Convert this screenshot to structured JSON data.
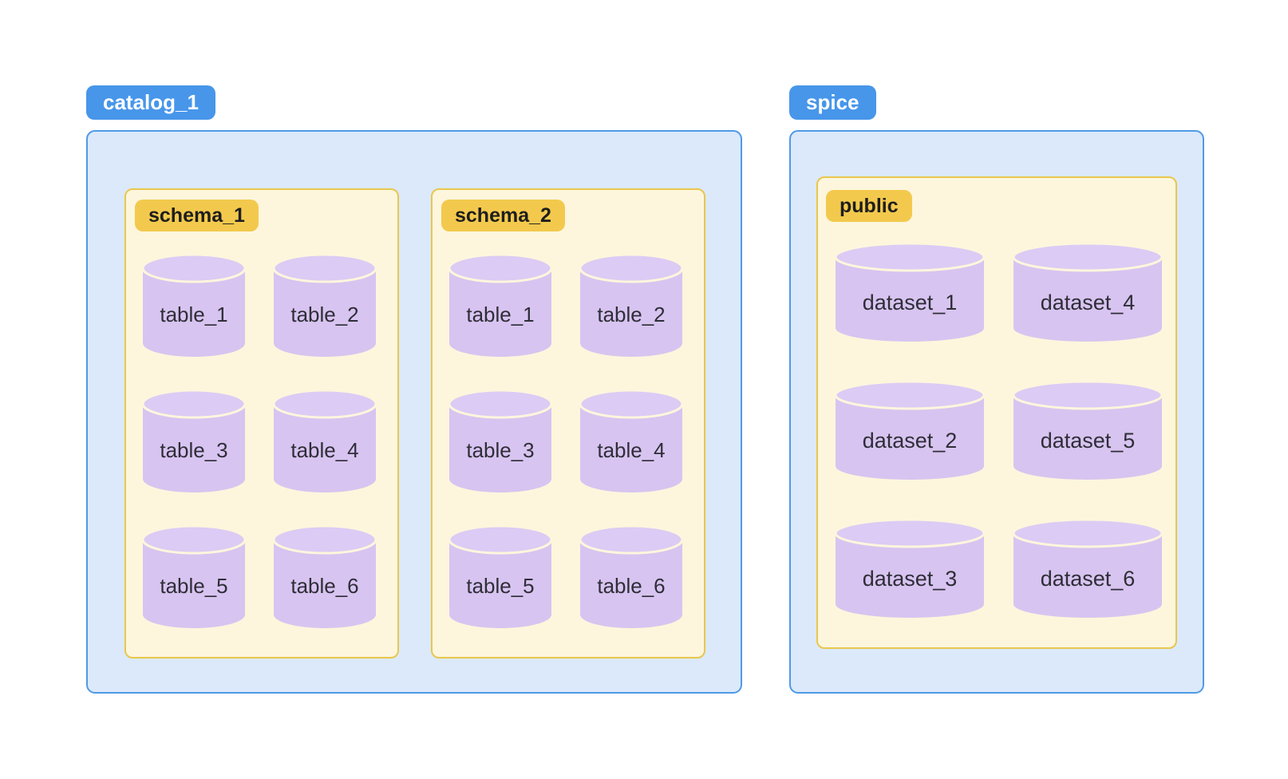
{
  "colors": {
    "page_bg": "#ffffff",
    "catalog_badge_bg": "#4796ea",
    "catalog_badge_text": "#ffffff",
    "catalog_box_bg": "#dbe9fa",
    "catalog_box_border": "#4f9ae6",
    "schema_badge_bg": "#f3c94d",
    "schema_badge_text": "#1e1e1e",
    "schema_box_bg": "#fdf6dd",
    "schema_box_border": "#e9c74d",
    "cylinder_body": "#d8c4f0",
    "cylinder_lid": "#dccbf4",
    "cylinder_label_text": "#2e2e38"
  },
  "catalogs": [
    {
      "name": "catalog_1",
      "schemas": [
        {
          "name": "schema_1",
          "tables": [
            "table_1",
            "table_2",
            "table_3",
            "table_4",
            "table_5",
            "table_6"
          ]
        },
        {
          "name": "schema_2",
          "tables": [
            "table_1",
            "table_2",
            "table_3",
            "table_4",
            "table_5",
            "table_6"
          ]
        }
      ]
    },
    {
      "name": "spice",
      "schemas": [
        {
          "name": "public",
          "tables": [
            "dataset_1",
            "dataset_4",
            "dataset_2",
            "dataset_5",
            "dataset_3",
            "dataset_6"
          ]
        }
      ]
    }
  ]
}
